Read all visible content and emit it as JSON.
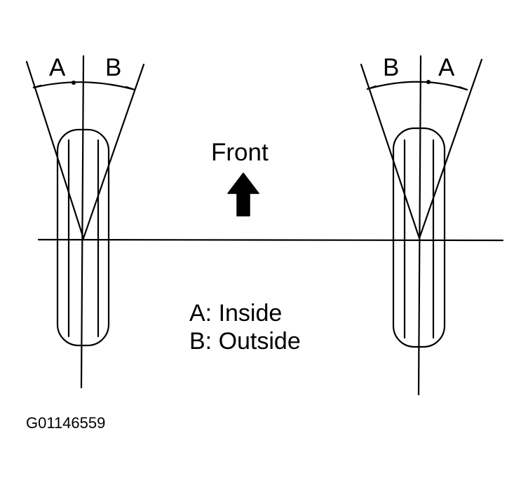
{
  "left_wheel": {
    "label_a": "A",
    "label_b": "B"
  },
  "right_wheel": {
    "label_a": "A",
    "label_b": "B"
  },
  "front_label": "Front",
  "legend": {
    "line_a": "A: Inside",
    "line_b": "B: Outside"
  },
  "figure_code": "G01146559",
  "colors": {
    "ink": "#000000",
    "background": "#ffffff"
  }
}
